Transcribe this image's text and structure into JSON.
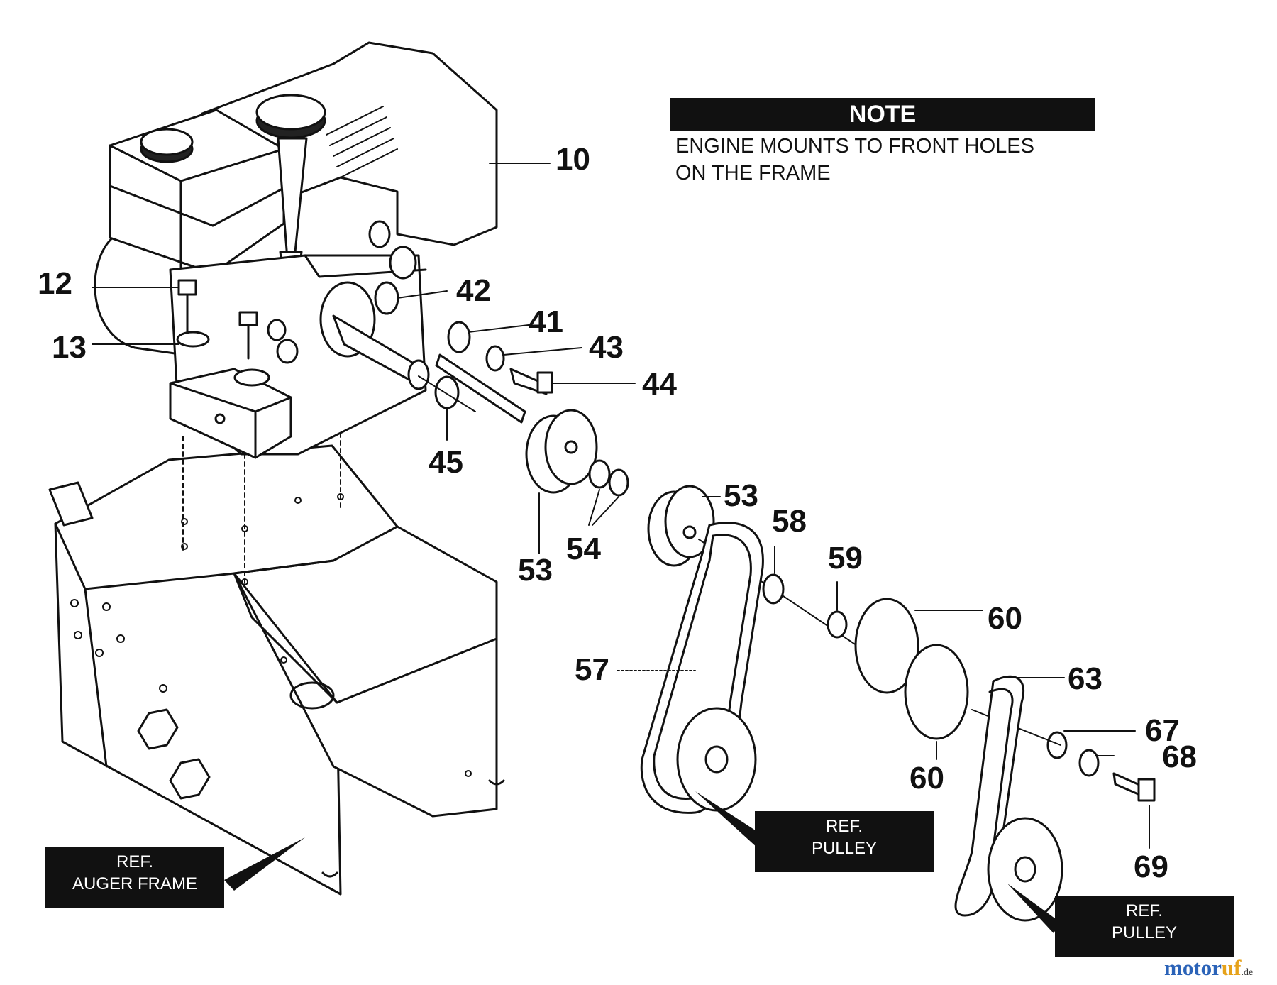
{
  "note": {
    "header": "NOTE",
    "lines": [
      "ENGINE MOUNTS TO FRONT HOLES",
      "ON THE FRAME"
    ]
  },
  "part_labels": [
    {
      "id": "10",
      "text": "10"
    },
    {
      "id": "12",
      "text": "12"
    },
    {
      "id": "13",
      "text": "13"
    },
    {
      "id": "42",
      "text": "42"
    },
    {
      "id": "41",
      "text": "41"
    },
    {
      "id": "43",
      "text": "43"
    },
    {
      "id": "44",
      "text": "44"
    },
    {
      "id": "45",
      "text": "45"
    },
    {
      "id": "53a",
      "text": "53"
    },
    {
      "id": "53b",
      "text": "53"
    },
    {
      "id": "54",
      "text": "54"
    },
    {
      "id": "58",
      "text": "58"
    },
    {
      "id": "59",
      "text": "59"
    },
    {
      "id": "60a",
      "text": "60"
    },
    {
      "id": "60b",
      "text": "60"
    },
    {
      "id": "57",
      "text": "57"
    },
    {
      "id": "63",
      "text": "63"
    },
    {
      "id": "67",
      "text": "67"
    },
    {
      "id": "68",
      "text": "68"
    },
    {
      "id": "69",
      "text": "69"
    }
  ],
  "ref_boxes": {
    "auger_frame": [
      "REF.",
      "AUGER FRAME"
    ],
    "pulley_1": [
      "REF.",
      "PULLEY"
    ],
    "pulley_2": [
      "REF.",
      "PULLEY"
    ]
  },
  "watermark": {
    "main": "motor",
    "accent": "uf",
    "tld": ".de"
  },
  "colors": {
    "ink": "#111111",
    "paper": "#ffffff",
    "watermark_blue": "#2b63b8",
    "watermark_orange": "#e6a21a"
  }
}
